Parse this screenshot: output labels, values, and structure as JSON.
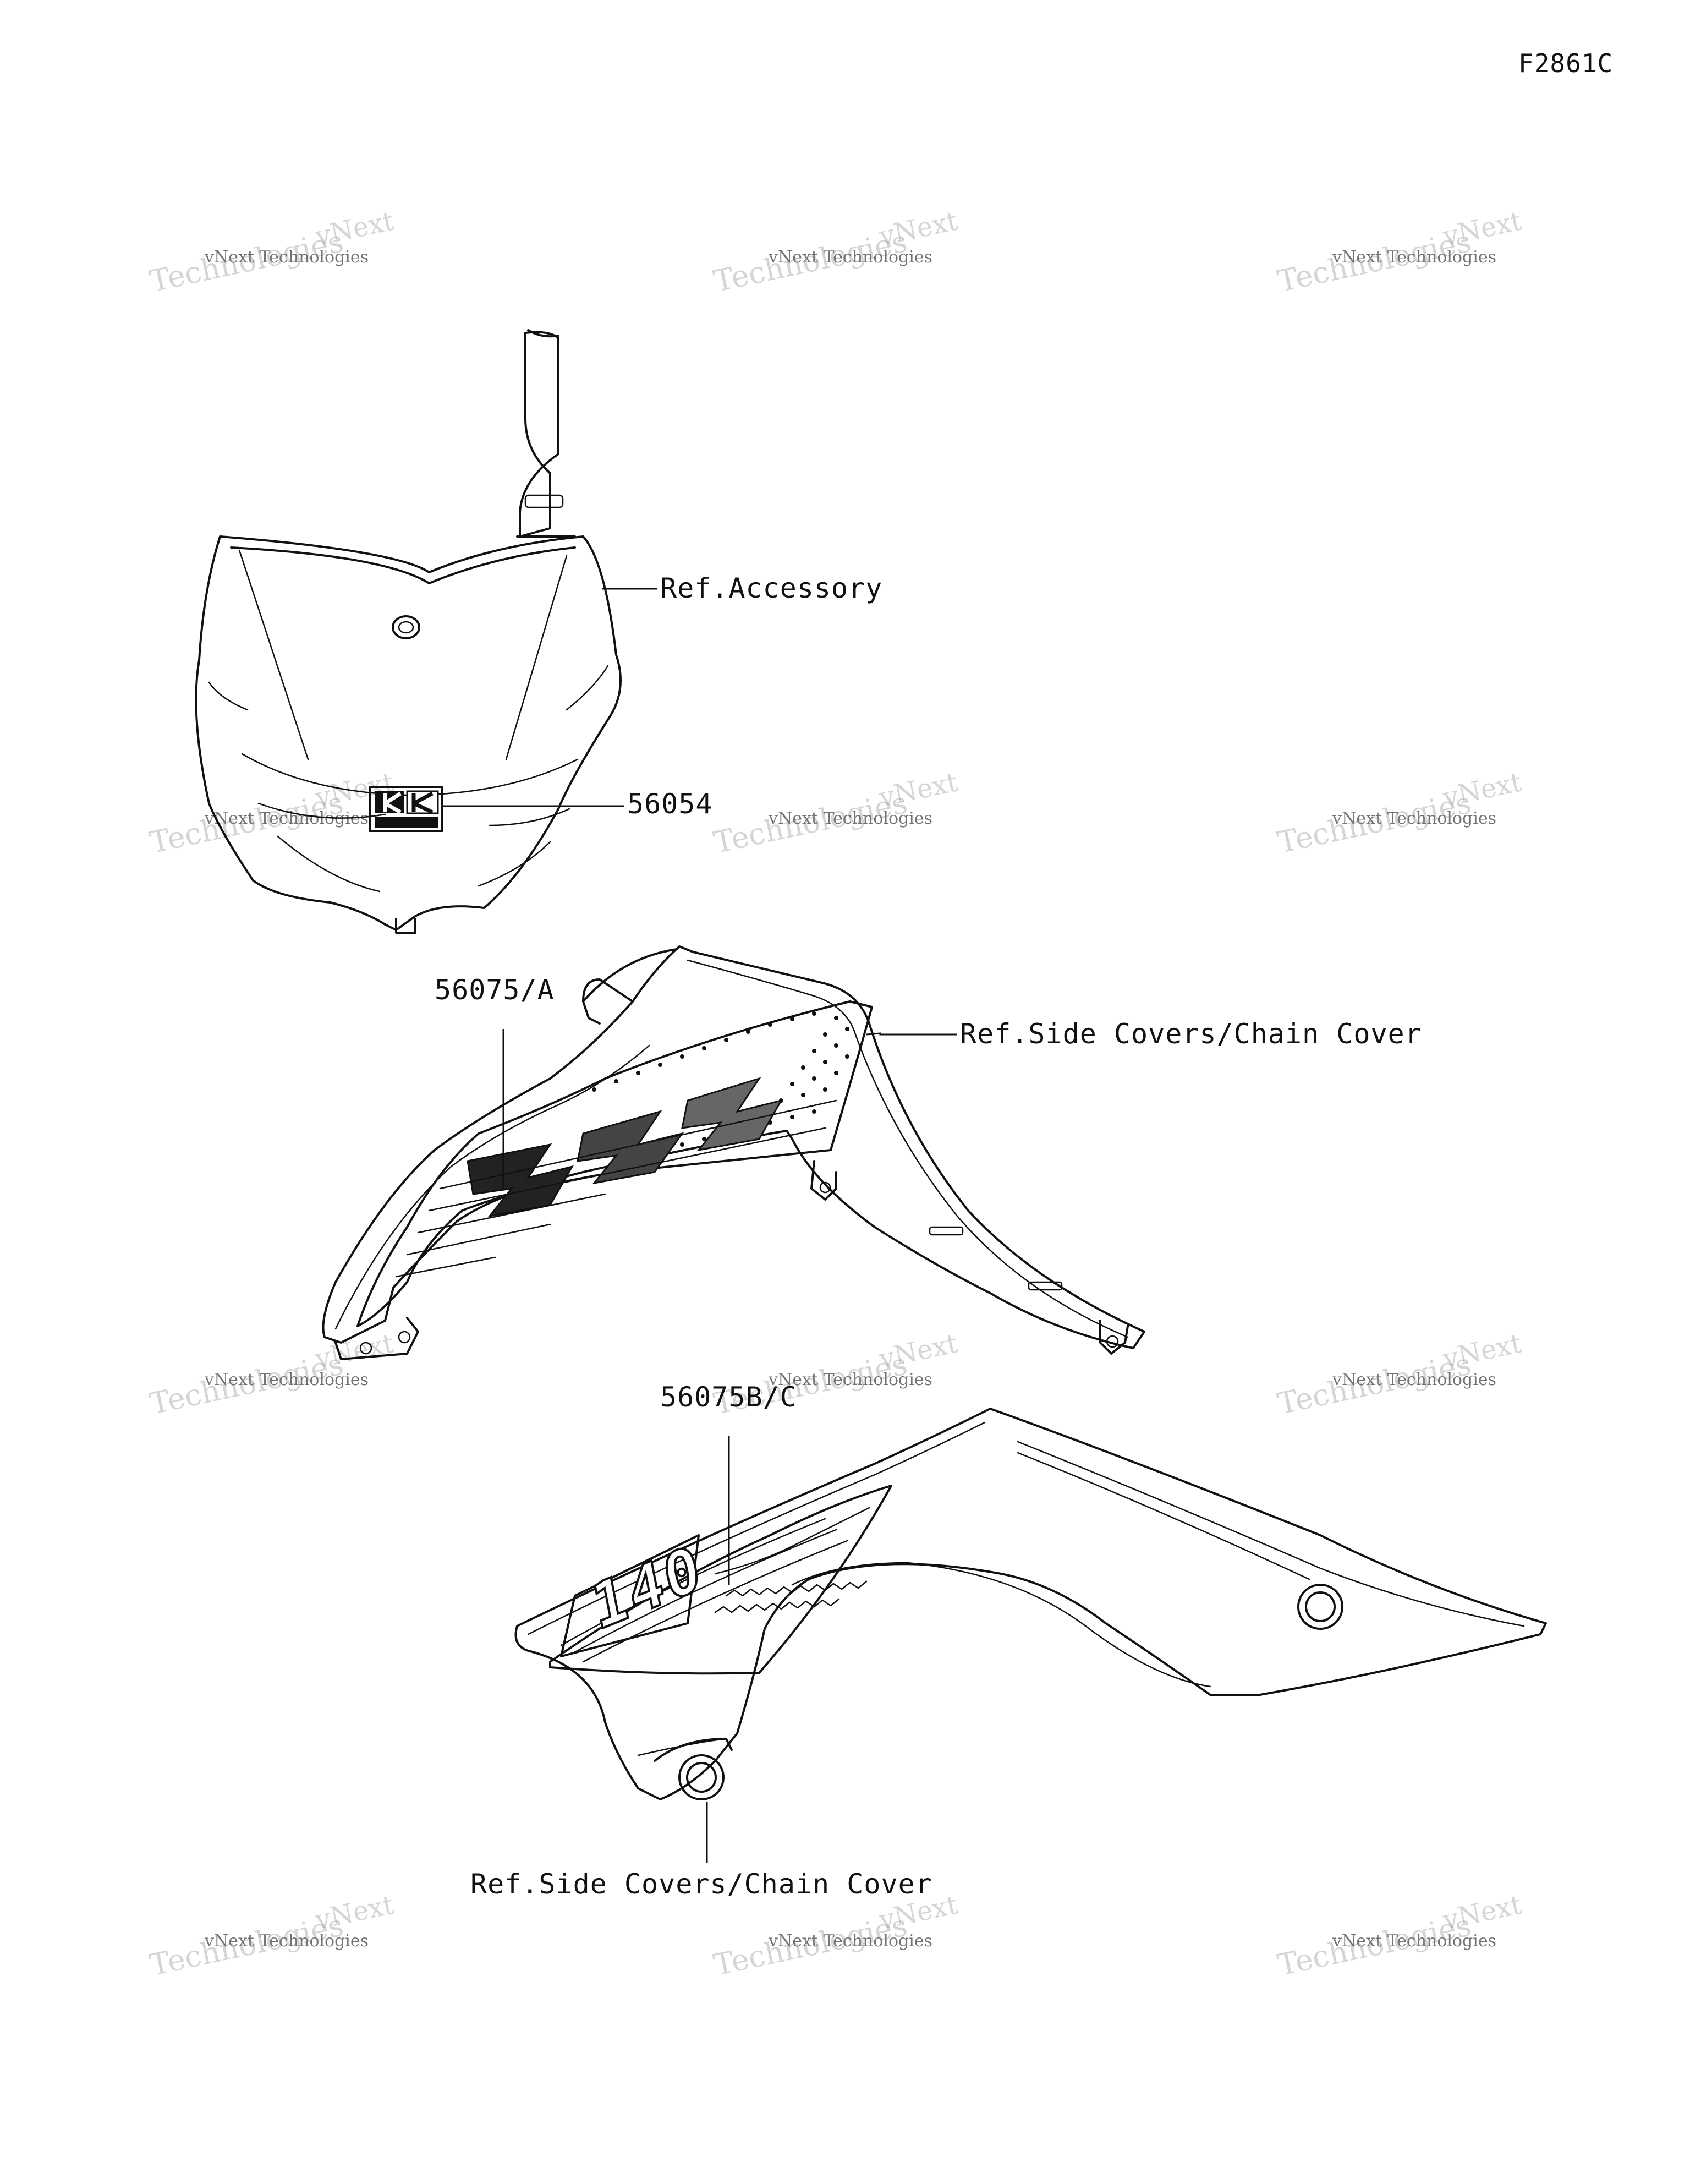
{
  "figure_code": "F2861C",
  "callouts": {
    "front_plate_ref": "Ref.Accessory",
    "front_plate_decal": "56054",
    "shroud_decal": "56075/A",
    "shroud_ref": "Ref.Side Covers/Chain Cover",
    "side_cover_decal": "56075B/C",
    "side_cover_ref": "Ref.Side Covers/Chain Cover"
  },
  "watermark": {
    "line1": "vNext Technologies",
    "line2": "vNext",
    "line3": "Technologies"
  },
  "decal_text": {
    "model_number": "140"
  }
}
